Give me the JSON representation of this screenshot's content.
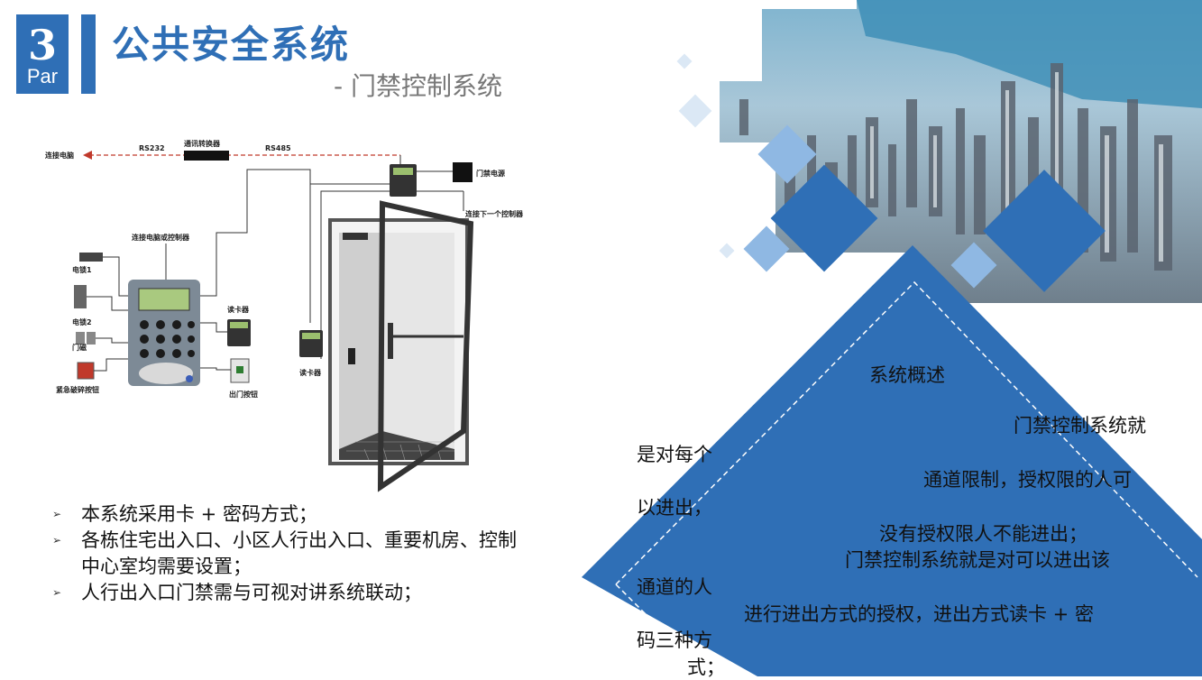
{
  "header": {
    "badge_number": "3",
    "badge_label": "Par",
    "title": "公共安全系统",
    "subtitle": "- 门禁控制系统"
  },
  "diagram": {
    "labels": {
      "connect_pc": "连接电脑",
      "rs232": "RS232",
      "converter": "通讯转换器",
      "rs485": "RS485",
      "door_power": "门禁电源",
      "next_controller": "连接下一个控制器",
      "pc_or_controller": "连接电脑或控制器",
      "lock1": "电锁1",
      "lock2": "电锁2",
      "door_sensor": "门磁",
      "emergency": "紧急破碎按钮",
      "reader_a": "读卡器",
      "exit_button": "出门按钮",
      "reader_b": "读卡器"
    }
  },
  "bullets": [
    "本系统采用卡 + 密码方式；",
    "各栋住宅出入口、小区人行出入口、重要机房、控制中心室均需要设置；",
    "人行出入口门禁需与可视对讲系统联动；"
  ],
  "overview": {
    "heading": "系统概述",
    "lines": [
      "门禁控制系统就",
      "是对每个",
      "通道限制，授权限的人可",
      "以进出，",
      "没有授权限人不能进出；",
      "门禁控制系统就是对可以进出该",
      "通道的人",
      "进行进出方式的授权，进出方式读卡  + 密",
      "码三种方",
      "式；"
    ]
  },
  "colors": {
    "primary_blue": "#2f6fb6",
    "light_blue": "#8fb8e3"
  }
}
